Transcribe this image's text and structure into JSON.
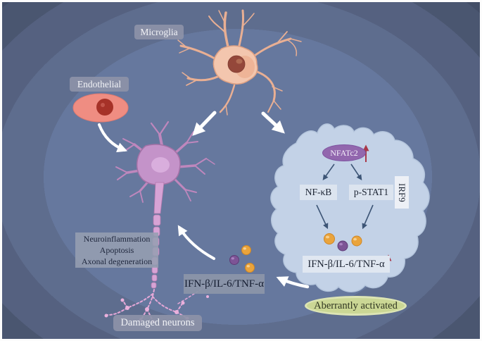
{
  "figure": {
    "labels": {
      "microglia": "Microglia",
      "endothelial": "Endothelial",
      "damaged_neurons": "Damaged neurons",
      "aberrantly_activated": "Aberrantly activated"
    },
    "effects": {
      "line1": "Neuroinflammation",
      "line2": "Apoptosis",
      "line3": "Axonal degeneration"
    },
    "pathway": {
      "transcription_factor": "NFATc2",
      "node_left": "NF-κB",
      "node_right": "p-STAT1",
      "side_label": "IRF9",
      "cytokines_inside_cell": "IFN-β/IL-6/TNF-α",
      "cytokines_released": "IFN-β/IL-6/TNF-α"
    },
    "colors": {
      "background_outer": "#434e67",
      "background_inner": "#66789e",
      "microglia_cell": "#f3c6ae",
      "microglia_nucleus": "#94473a",
      "endothelial_cell": "#ef8d82",
      "endothelial_nucleus": "#a63228",
      "neuron_body": "#c493c9",
      "activated_cell": "#c3d2e7",
      "nfatc2_fill": "#9267ae",
      "label_chip": "#8d93a8",
      "aberrant_fill": "#cbd795",
      "cytokine_orange": "#eaa43c",
      "cytokine_purple": "#7d5496",
      "up_arrow_red": "#a93848",
      "pathway_arrow": "#3d5576"
    }
  }
}
